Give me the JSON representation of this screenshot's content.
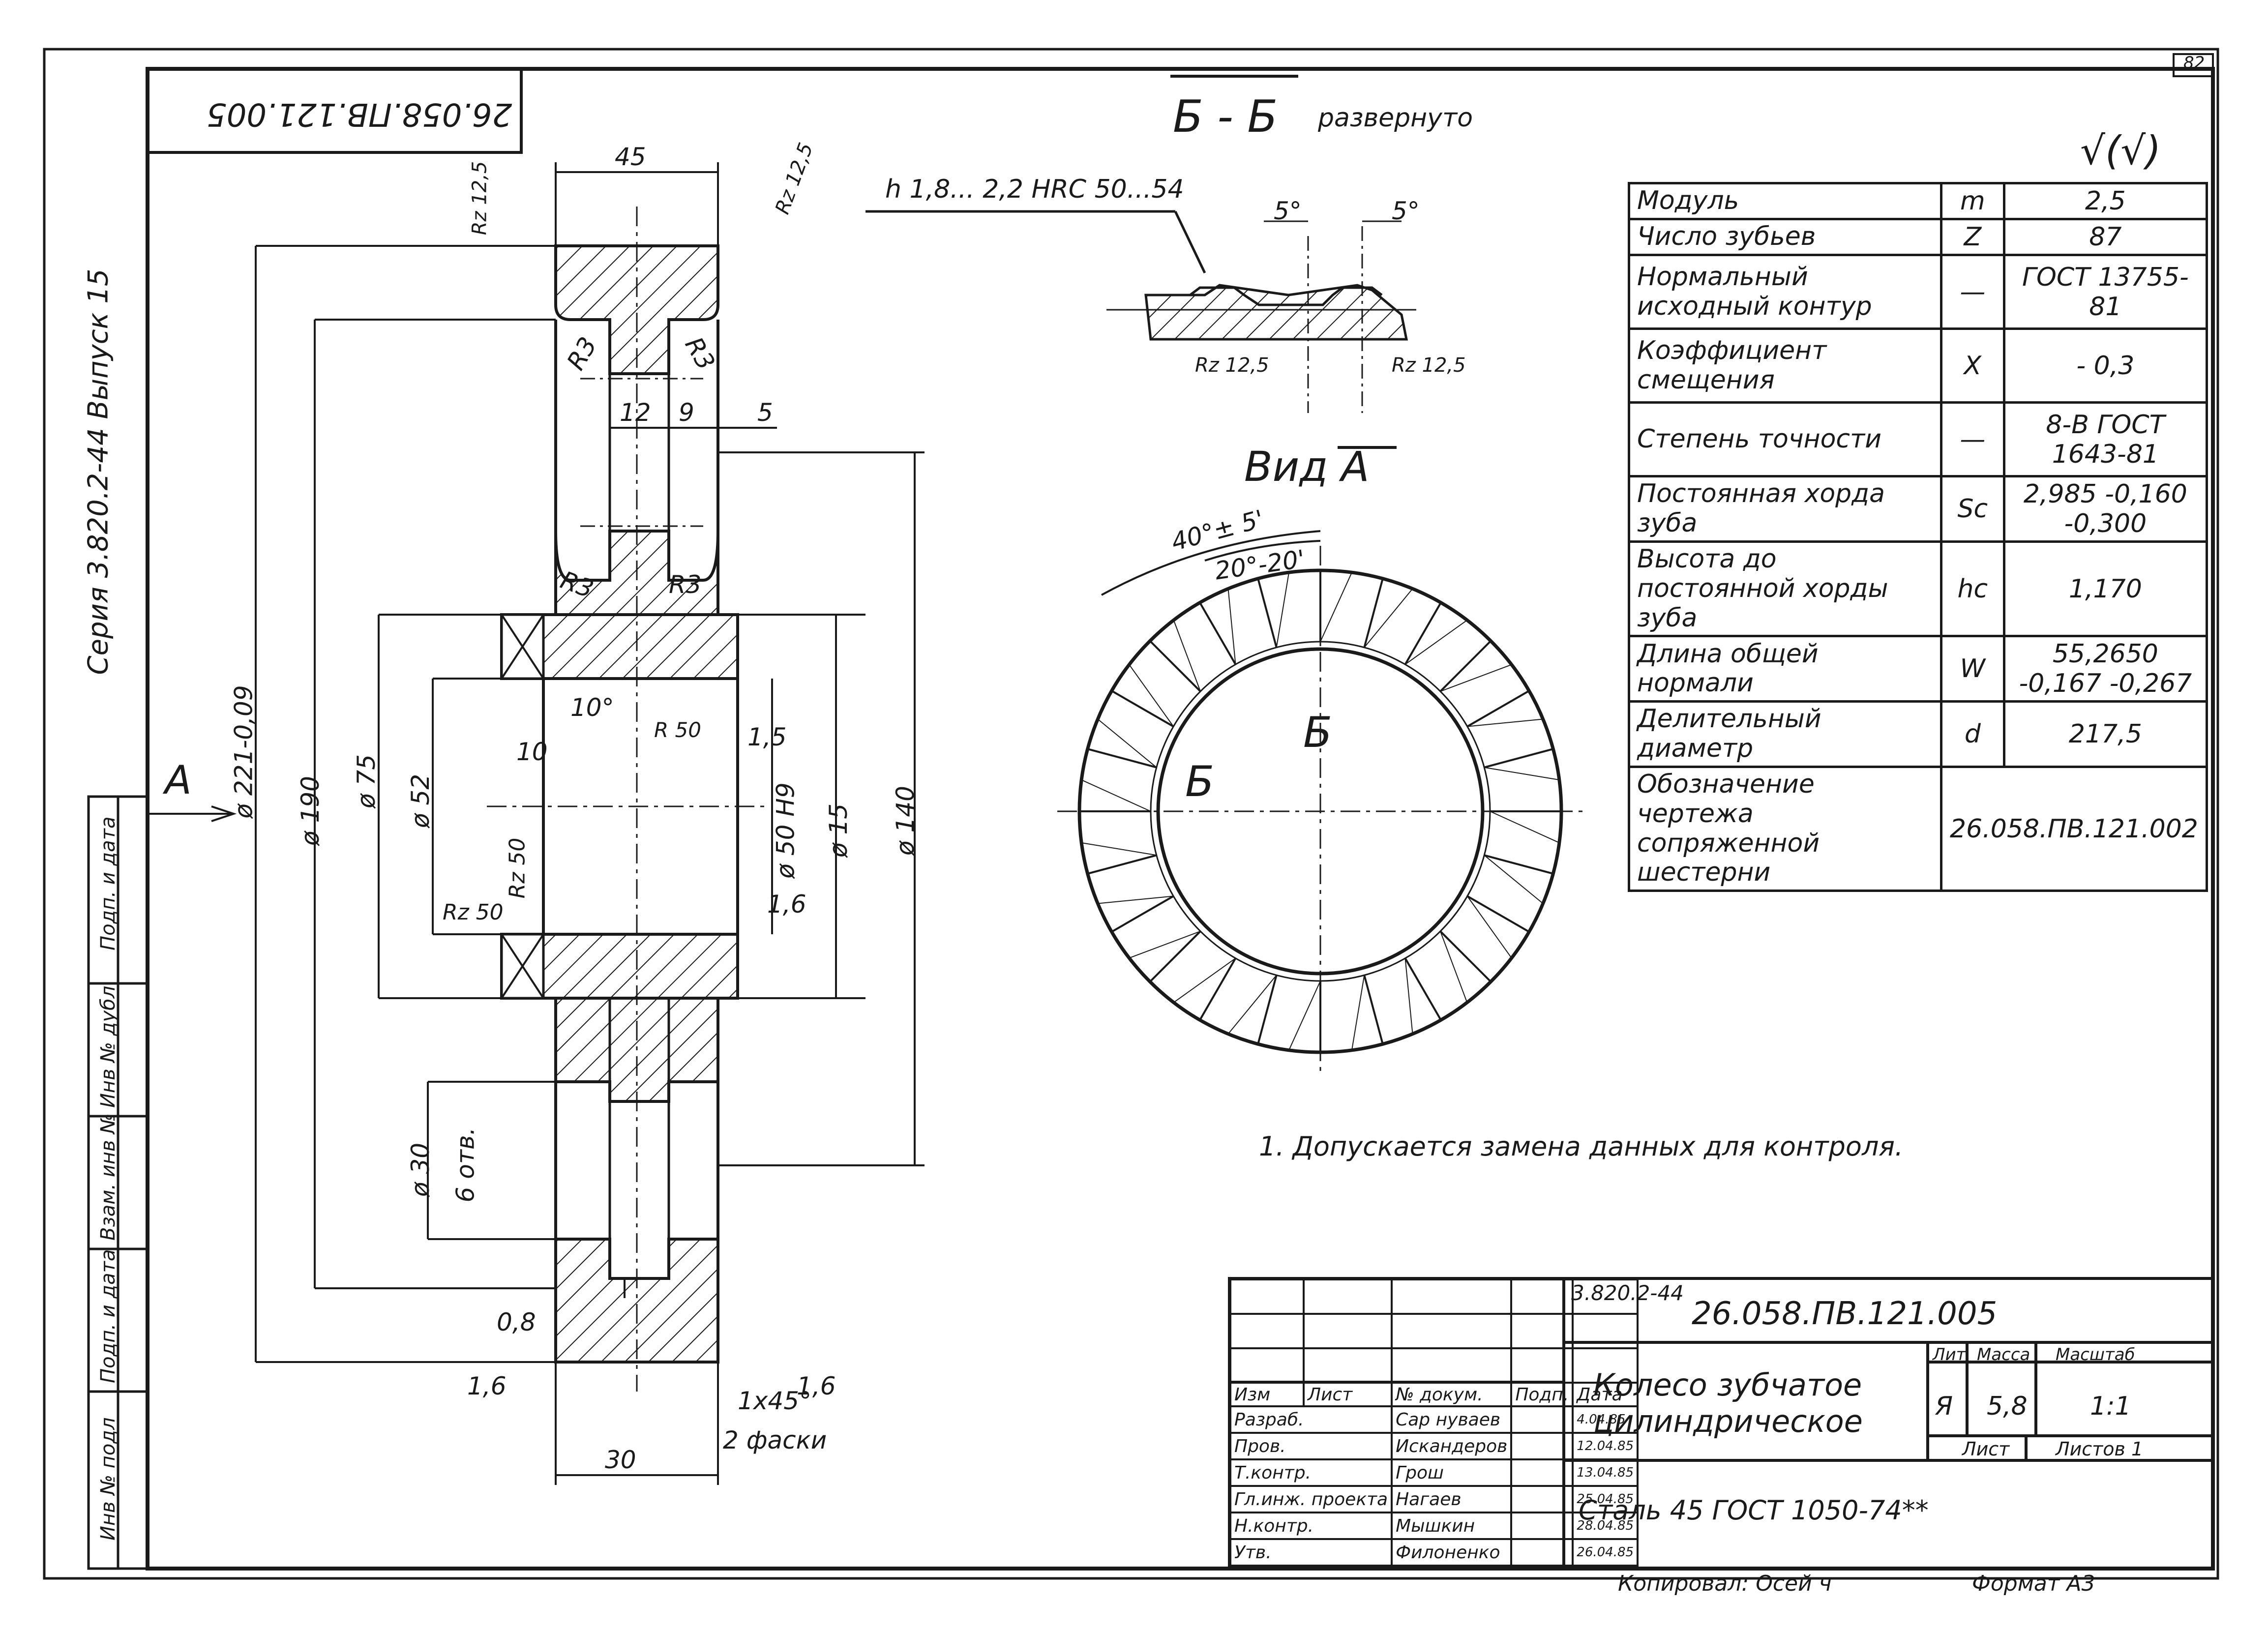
{
  "sheet": {
    "stamp_top_left": "26.058.ПВ.121.005",
    "page_corner_number": "82",
    "series_label": "Серия 3.820.2-44  Выпуск 15",
    "section_title": "Б - Б",
    "section_note": "развернуто",
    "view_title": "Вид А",
    "roughness_symbol": "√(√)",
    "surface_hardening": "h 1,8... 2,2 HRC 50...54",
    "note_1": "1. Допускается замена данных для контроля.",
    "copied_by": "Копировал: Осей ч",
    "format": "Формат А3"
  },
  "dimensions": {
    "d221": "ø 221-0,09",
    "d190": "ø 190",
    "d75": "ø 75",
    "d52": "ø 52",
    "d50": "ø 50 H9",
    "d15": "ø 15",
    "d140": "ø 140",
    "d30": "ø 30",
    "holes": "6 отв.",
    "w45": "45",
    "w12": "12",
    "w9": "9",
    "w5": "5",
    "w10": "10",
    "w30": "30",
    "ch": "1х45°",
    "ch2": "2 фаски",
    "r3": "R3",
    "rz125": "Rz 12,5",
    "rz50": "Rz 50",
    "ra16": "1,6",
    "ra15": "1,5",
    "c08": "0,8",
    "ang10": "10°",
    "r50": "R 50",
    "ang5": "5°",
    "ang40": "40°± 5'",
    "ang20": "20°-20'",
    "section_mark": "Б",
    "view_arrow": "А"
  },
  "params": [
    {
      "name": "Модуль",
      "sym": "m",
      "val": "2,5"
    },
    {
      "name": "Число зубьев",
      "sym": "Z",
      "val": "87"
    },
    {
      "name": "Нормальный исходный контур",
      "sym": "—",
      "val": "ГОСТ 13755-81"
    },
    {
      "name": "Коэффициент смещения",
      "sym": "X",
      "val": "- 0,3"
    },
    {
      "name": "Степень точности",
      "sym": "—",
      "val": "8-В ГОСТ 1643-81"
    },
    {
      "name": "Постоянная хорда зуба",
      "sym": "Sc",
      "val": "2,985 -0,160 -0,300"
    },
    {
      "name": "Высота до постоянной хорды зуба",
      "sym": "hc",
      "val": "1,170"
    },
    {
      "name": "Длина общей нормали",
      "sym": "W",
      "val": "55,2650 -0,167 -0,267"
    },
    {
      "name": "Делительный диаметр",
      "sym": "d",
      "val": "217,5"
    },
    {
      "name": "Обозначение чертежа сопряженной шестерни",
      "sym": "",
      "val": "26.058.ПВ.121.002"
    }
  ],
  "side_stamp": [
    "Инв № подл",
    "Подп. и дата",
    "Взам. инв №",
    "Инв № дубл",
    "Подп. и дата"
  ],
  "title_block": {
    "series": "3.820.2-44",
    "designation": "26.058.ПВ.121.005",
    "part_name": "Колесо зубчатое цилиндрическое",
    "material": "Сталь 45 ГОСТ 1050-74**",
    "lit_label": "Лит",
    "lit": "Я",
    "mass_label": "Масса",
    "mass": "5,8",
    "scale_label": "Масштаб",
    "scale": "1:1",
    "sheet_label": "Лист",
    "sheets_label": "Листов 1",
    "header": [
      "Изм",
      "Лист",
      "№ докум.",
      "Подп.",
      "Дата"
    ],
    "people": [
      {
        "role": "Разраб.",
        "name": "Сар нуваев",
        "date": "4.04.85"
      },
      {
        "role": "Пров.",
        "name": "Искандеров",
        "date": "12.04.85"
      },
      {
        "role": "Т.контр.",
        "name": "Грош",
        "date": "13.04.85"
      },
      {
        "role": "Гл.инж. проекта",
        "name": "Нагаев",
        "date": "25.04.85"
      },
      {
        "role": "Н.контр.",
        "name": "Мышкин",
        "date": "28.04.85"
      },
      {
        "role": "Утв.",
        "name": "Филоненко",
        "date": "26.04.85"
      }
    ]
  }
}
